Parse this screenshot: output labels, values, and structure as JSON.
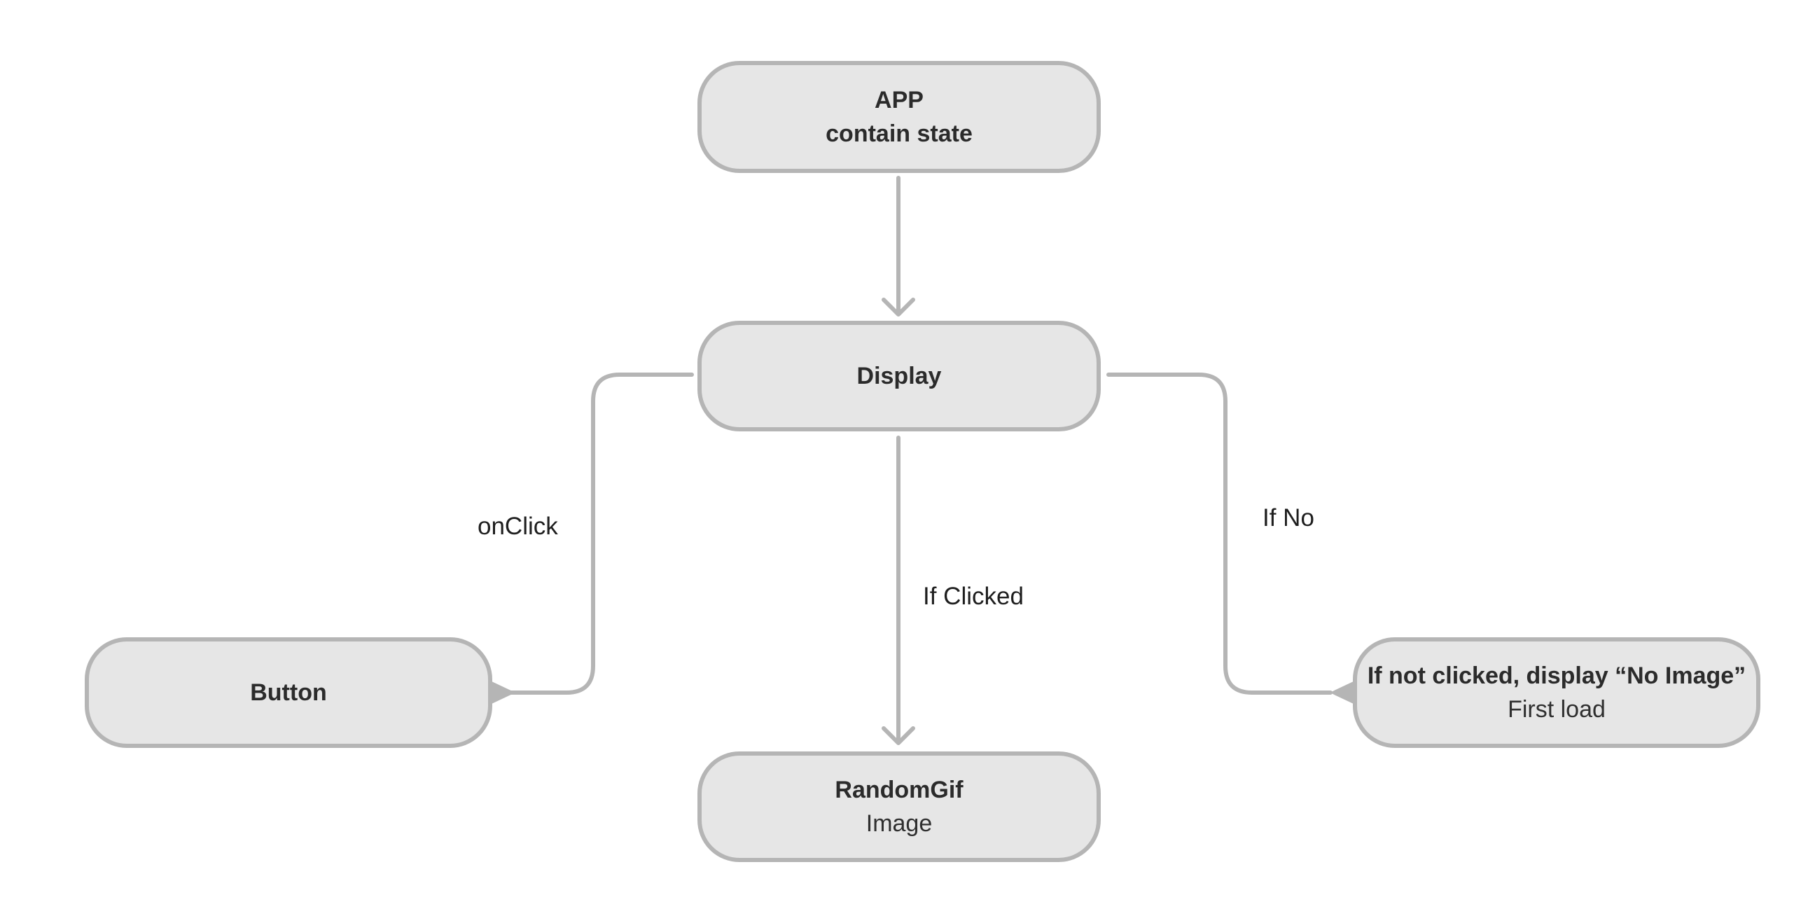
{
  "nodes": {
    "app": {
      "title": "APP",
      "subtitle": "contain state"
    },
    "display": {
      "title": "Display"
    },
    "button": {
      "title": "Button"
    },
    "random_gif": {
      "title": "RandomGif",
      "subtitle": "Image"
    },
    "no_image": {
      "title": "If not clicked, display “No Image”",
      "subtitle": "First load"
    }
  },
  "edges": {
    "on_click": "onClick",
    "if_clicked": "If Clicked",
    "if_no": "If No"
  },
  "colors": {
    "node_fill": "#e6e6e6",
    "node_border": "#b5b5b5",
    "connector": "#b5b5b5"
  }
}
